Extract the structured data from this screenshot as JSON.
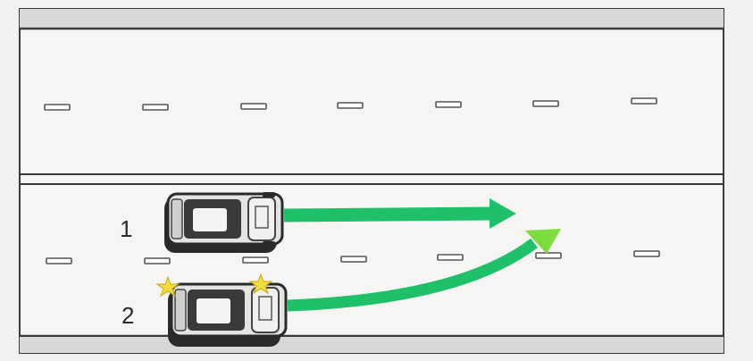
{
  "diagram": {
    "cars": [
      {
        "id": "car-1",
        "label": "1",
        "maneuver": "straight-ahead"
      },
      {
        "id": "car-2",
        "label": "2",
        "maneuver": "lane-change-left",
        "indicators": "flashing"
      }
    ],
    "colors": {
      "road": "#f6f5f3",
      "edge": "#3a3a3a",
      "lane_mark": "#555555",
      "arrow": "#1fc06a",
      "indicator": "#f2dc3a",
      "car_body": "#e4e4e2",
      "car_dark": "#2a2a2a"
    }
  }
}
